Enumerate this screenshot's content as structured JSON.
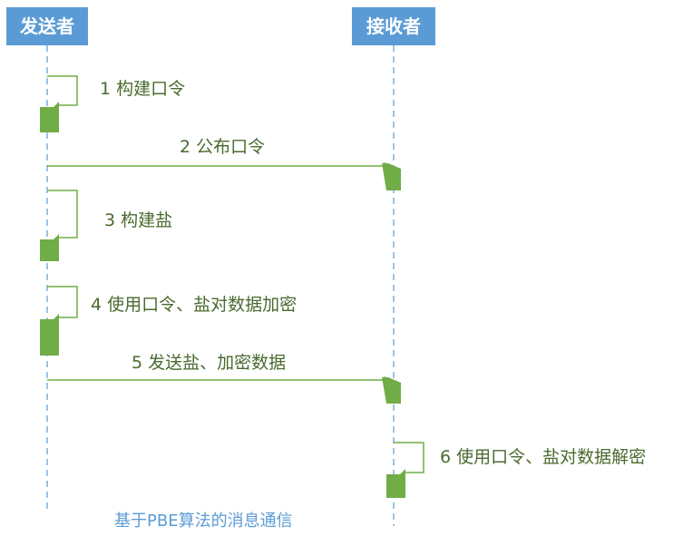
{
  "actors": {
    "sender": "发送者",
    "receiver": "接收者"
  },
  "messages": [
    {
      "step": "1",
      "label": "构建口令"
    },
    {
      "step": "2",
      "label": "公布口令"
    },
    {
      "step": "3",
      "label": "构建盐"
    },
    {
      "step": "4",
      "label": "使用口令、盐对数据加密"
    },
    {
      "step": "5",
      "label": "发送盐、加密数据"
    },
    {
      "step": "6",
      "label": "使用口令、盐对数据解密"
    }
  ],
  "caption": "基于PBE算法的消息通信",
  "colors": {
    "actor_fill": "#5b9bd5",
    "lifeline": "#9dc3e6",
    "activation": "#70ad47",
    "arrow": "#70ad47",
    "message_text": "#4a6b2f",
    "caption_text": "#5b9bd5"
  }
}
